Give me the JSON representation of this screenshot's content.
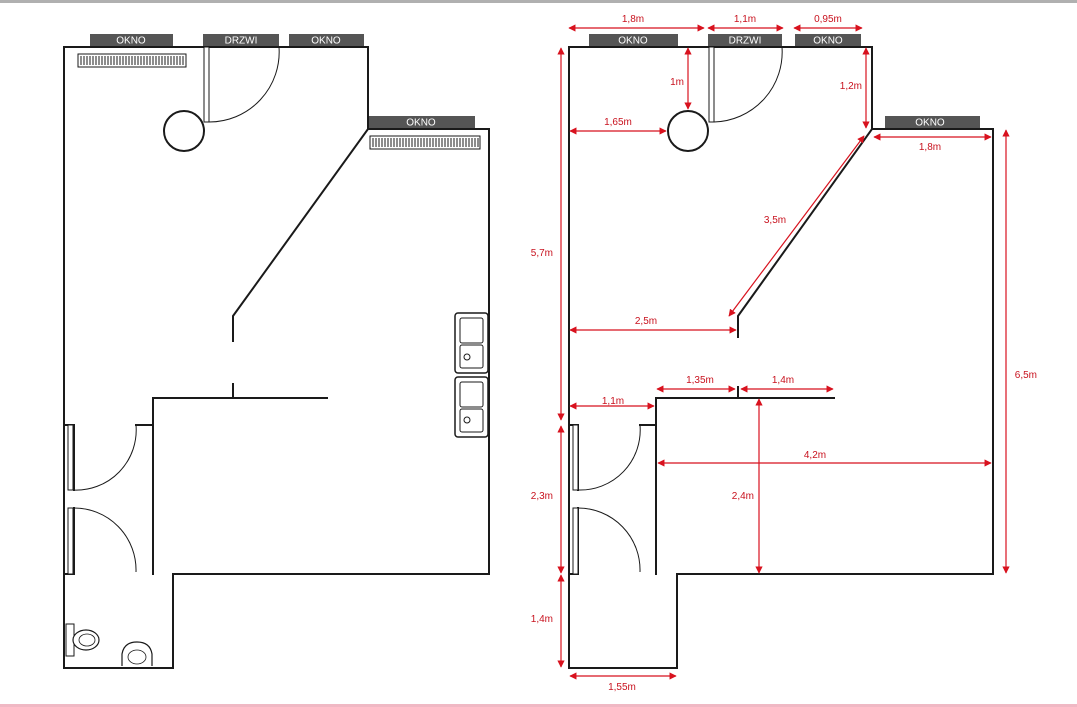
{
  "colors": {
    "wall": "#1a1a1a",
    "window_fill": "#555555",
    "window_text": "#ffffff",
    "dimension": "#d8121e",
    "frame_top": "#b0b0b0",
    "frame_bottom": "#f0b8c4"
  },
  "labels": {
    "window": "OKNO",
    "door": "DRZWI"
  },
  "icons": [
    "radiator-icon",
    "column-icon",
    "sink-icon",
    "toilet-icon",
    "washbasin-icon",
    "door-swing-icon"
  ],
  "dimensions": {
    "top_left_width": "1,8m",
    "door_width": "1,1m",
    "top_right_window": "0,95m",
    "column_distance_vertical": "1m",
    "column_distance_horizontal": "1,65m",
    "right_wall_offset": "1,2m",
    "right_window_width": "1,8m",
    "diagonal_wall": "3,5m",
    "left_total_height": "5,7m",
    "partition_to_diagonal": "2,5m",
    "partition_segment_a": "1,35m",
    "partition_segment_b": "1,4m",
    "corridor_width": "1,1m",
    "right_total_height": "6,5m",
    "room_width": "4,2m",
    "corridor_height": "2,3m",
    "room_height": "2,4m",
    "bathroom_height": "1,4m",
    "bathroom_width": "1,55m"
  }
}
